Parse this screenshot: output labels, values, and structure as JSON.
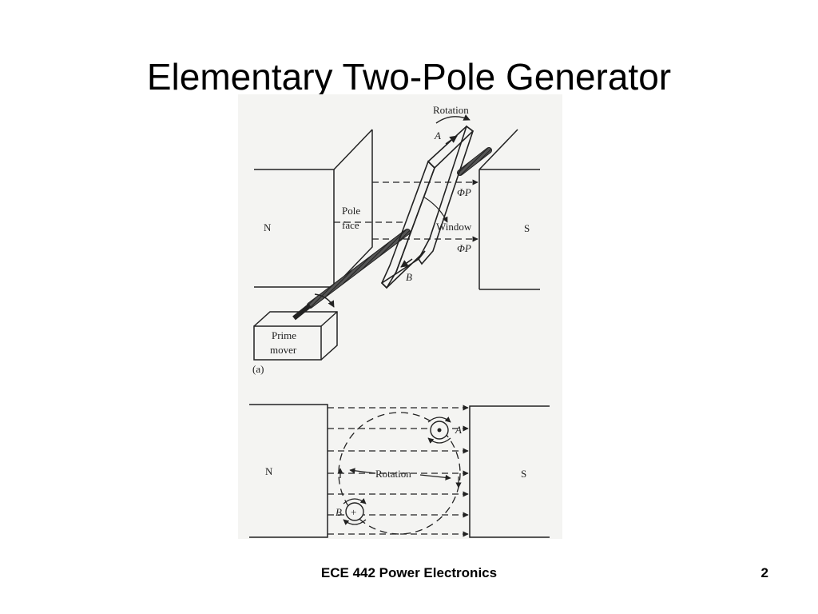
{
  "slide": {
    "title": "Elementary Two-Pole Generator",
    "footer": "ECE 442 Power Electronics",
    "page_number": "2"
  },
  "figure_a": {
    "label_rotation": "Rotation",
    "label_A": "A",
    "label_B": "B",
    "label_flux_top": "ΦP",
    "label_flux_bottom": "ΦP",
    "label_window": "Window",
    "label_pole_face_1": "Pole",
    "label_pole_face_2": "face",
    "label_N": "N",
    "label_S": "S",
    "label_prime_mover_1": "Prime",
    "label_prime_mover_2": "mover",
    "caption": "(a)"
  },
  "figure_b": {
    "label_N": "N",
    "label_S": "S",
    "label_rotation": "Rotation",
    "label_A": "A",
    "label_B": "B",
    "symbol_plus": "+"
  }
}
